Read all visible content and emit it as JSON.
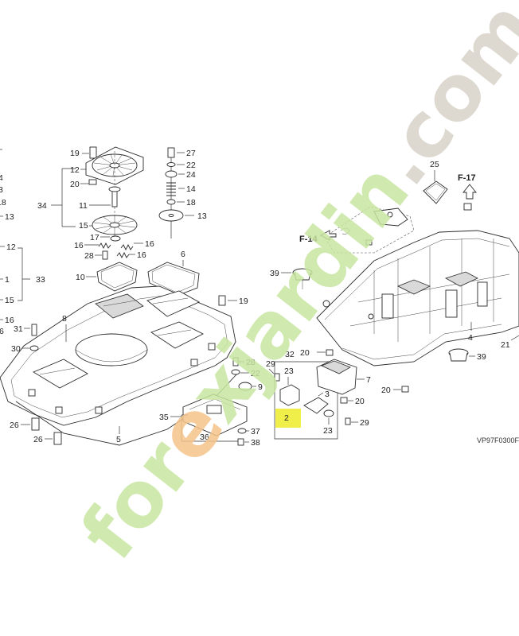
{
  "diagram_code": "VP97F0300F",
  "highlight_color": "#f0ef4a",
  "watermark": {
    "text_part1": "for",
    "text_part2": "e",
    "text_part3": "xjardin",
    "text_part4": ".com",
    "color_green": "#c8e6a0",
    "color_orange": "#f5c48a",
    "color_grey": "#d8d2c8"
  },
  "refs": {
    "f14": "F-14",
    "f17": "F-17"
  },
  "callouts": {
    "c2": "2",
    "c3": "3",
    "c4": "4",
    "c5": "5",
    "c6": "6",
    "c7": "7",
    "c8": "8",
    "c9": "9",
    "c10": "10",
    "c11": "11",
    "c12": "12",
    "c13": "13",
    "c14": "14",
    "c15": "15",
    "c16": "16",
    "c17": "17",
    "c18": "18",
    "c19": "19",
    "c20": "20",
    "c21": "21",
    "c22": "22",
    "c23": "23",
    "c24": "24",
    "c25": "25",
    "c26": "26",
    "c27": "27",
    "c28": "28",
    "c29": "29",
    "c30": "30",
    "c31": "31",
    "c32": "32",
    "c33": "33",
    "c34": "34",
    "c35": "35",
    "c36": "36",
    "c37": "37",
    "c38": "38",
    "c39": "39"
  }
}
